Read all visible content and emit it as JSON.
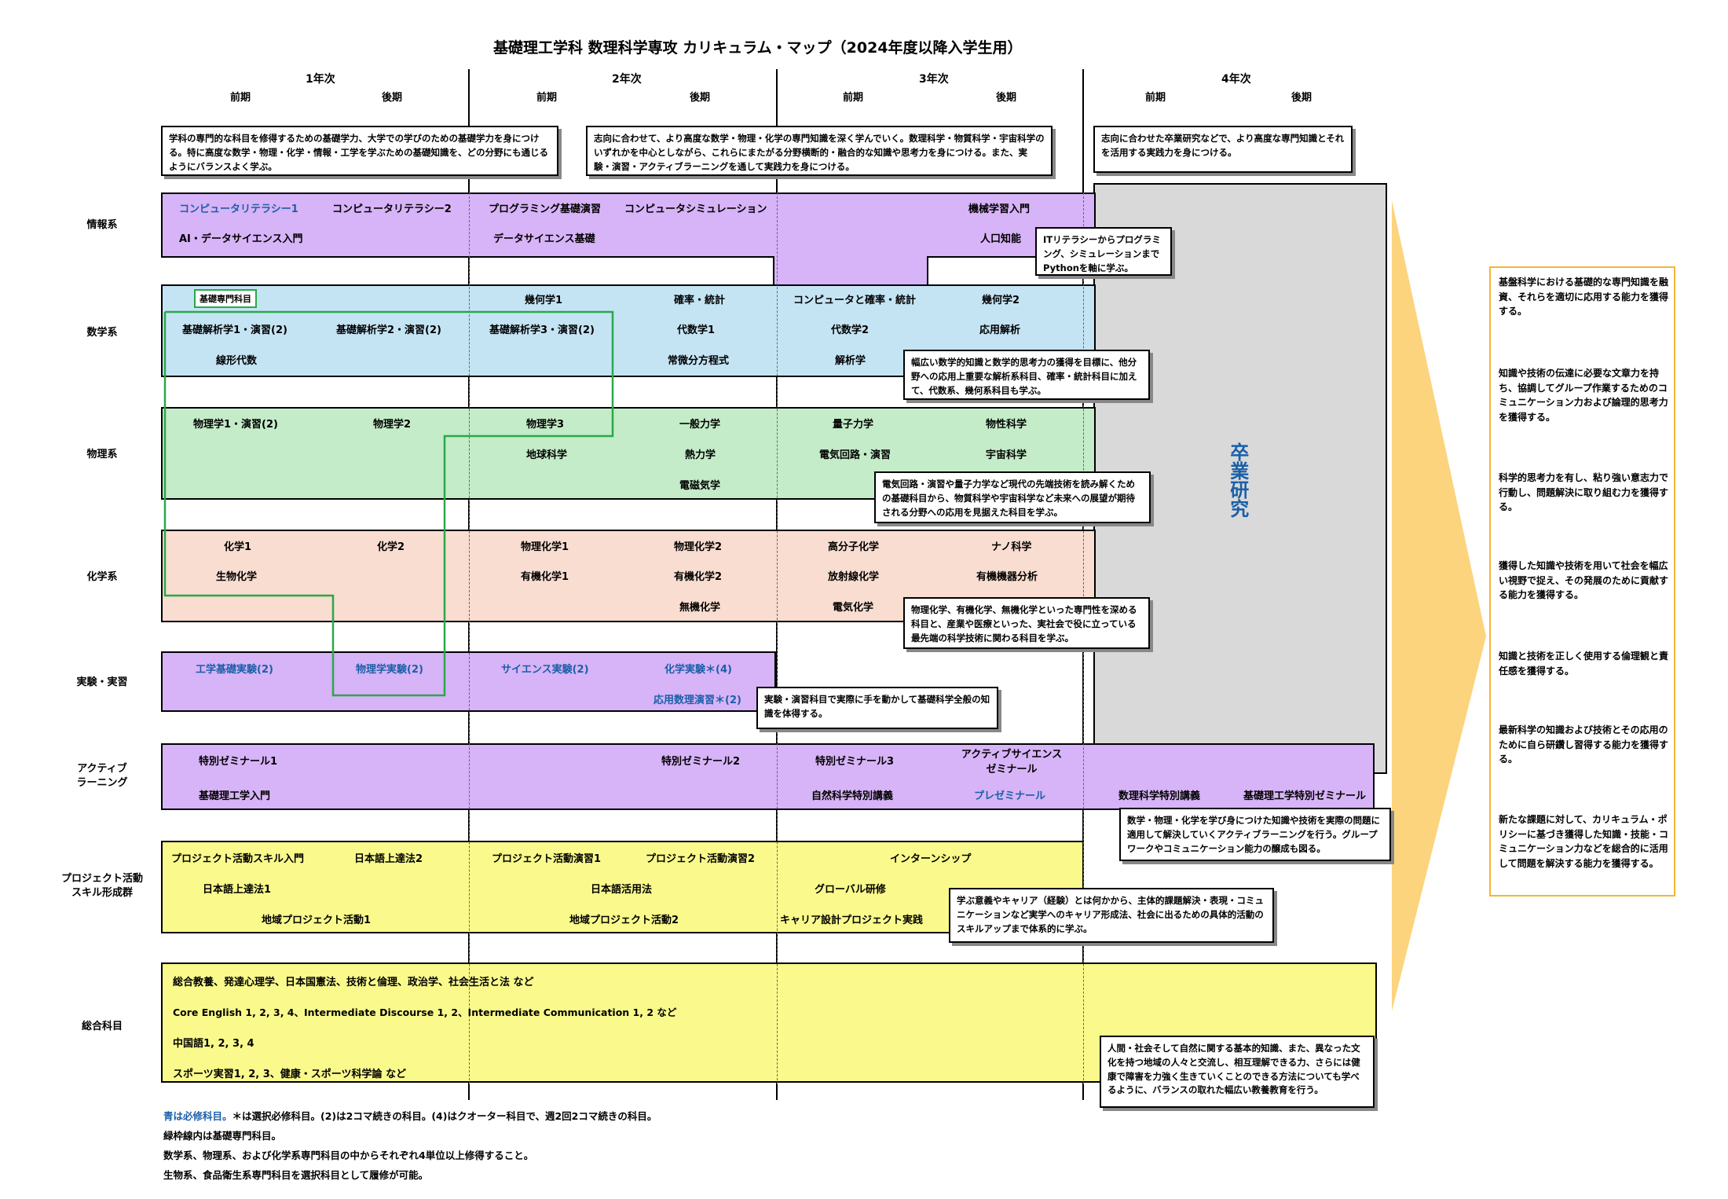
{
  "title": "基礎理工学科 数理科学専攻 カリキュラム・マップ（2024年度以降入学生用）",
  "years": [
    "1年次",
    "2年次",
    "3年次",
    "4年次"
  ],
  "terms": {
    "early": "前期",
    "late": "後期"
  },
  "intro": {
    "y1": "学科の専門的な科目を修得するための基礎学力、大学での学びのための基礎学力を身につける。特に高度な数学・物理・化学・情報・工学を学ぶための基礎知識を、どの分野にも通じるようにバランスよく学ぶ。",
    "y23": "志向に合わせて、より高度な数学・物理・化学の専門知識を深く学んでいく。数理科学・物質科学・宇宙科学のいずれかを中心としながら、これらにまたがる分野横断的・融合的な知識や思考力を身につける。また、実験・演習・アクティブラーニングを通して実践力を身につける。",
    "y4": "志向に合わせた卒業研究などで、より高度な専門知識とそれを活用する実践力を身につける。"
  },
  "categories": {
    "info": "情報系",
    "math": "数学系",
    "phys": "物理系",
    "chem": "化学系",
    "lab": "実験・実習",
    "active": "アクティブ\nラーニング",
    "project": "プロジェクト活動\nスキル形成群",
    "general": "総合科目"
  },
  "info": {
    "c1": "コンピュータリテラシー1",
    "c2": "コンピュータリテラシー2",
    "c3": "プログラミング基礎演習",
    "c4": "コンピュータシミュレーション",
    "c5": "機械学習入門",
    "c6": "AI・データサイエンス入門",
    "c7": "データサイエンス基礎",
    "c8": "人口知能",
    "note": "ITリテラシーからプログラミング、シミュレーションまでPythonを軸に学ぶ。"
  },
  "math": {
    "core_label": "基礎専門科目",
    "c1": "幾何学1",
    "c2": "確率・統計",
    "c3": "コンピュータと確率・統計",
    "c4": "幾何学2",
    "c5": "基礎解析学1・演習(2)",
    "c6": "基礎解析学2・演習(2)",
    "c7": "基礎解析学3・演習(2)",
    "c8": "代数学1",
    "c9": "代数学2",
    "c10": "応用解析",
    "c11": "線形代数",
    "c12": "常微分方程式",
    "c13": "解析学",
    "note": "幅広い数学的知識と数学的思考力の獲得を目標に、他分野への応用上重要な解析系科目、確率・統計科目に加えて、代数系、幾何系科目も学ぶ。"
  },
  "phys": {
    "c1": "物理学1・演習(2)",
    "c2": "物理学2",
    "c3": "物理学3",
    "c4": "一般力学",
    "c5": "量子力学",
    "c6": "物性科学",
    "c7": "地球科学",
    "c8": "熱力学",
    "c9": "電気回路・演習",
    "c10": "宇宙科学",
    "c11": "電磁気学",
    "note": "電気回路・演習や量子力学など現代の先端技術を読み解くための基礎科目から、物質科学や宇宙科学など未来への展望が期待される分野への応用を見据えた科目を学ぶ。"
  },
  "chem": {
    "c1": "化学1",
    "c2": "化学2",
    "c3": "物理化学1",
    "c4": "物理化学2",
    "c5": "高分子化学",
    "c6": "ナノ科学",
    "c7": "生物化学",
    "c8": "有機化学1",
    "c9": "有機化学2",
    "c10": "放射線化学",
    "c11": "有機機器分析",
    "c12": "無機化学",
    "c13": "電気化学",
    "note": "物理化学、有機化学、無機化学といった専門性を深める科目と、産業や医療といった、実社会で役に立っている最先端の科学技術に関わる科目を学ぶ。"
  },
  "lab": {
    "c1": "工学基礎実験(2)",
    "c2": "物理学実験(2)",
    "c3": "サイエンス実験(2)",
    "c4": "化学実験＊(4)",
    "c5": "応用数理演習＊(2)",
    "note": "実験・演習科目で実際に手を動かして基礎科学全般の知識を体得する。"
  },
  "active": {
    "c1": "特別ゼミナール1",
    "c2": "特別ゼミナール2",
    "c3": "特別ゼミナール3",
    "c4": "アクティブサイエンス\nゼミナール",
    "c5": "基礎理工学入門",
    "c6": "自然科学特別講義",
    "c7": "プレゼミナール",
    "c8": "数理科学特別講義",
    "c9": "基礎理工学特別ゼミナール",
    "note": "数学・物理・化学を学び身につけた知識や技術を実際の問題に適用して解決していくアクティブラーニングを行う。グループワークやコミュニケーション能力の醸成も図る。"
  },
  "project": {
    "c1": "プロジェクト活動スキル入門",
    "c2": "日本語上達法2",
    "c3": "プロジェクト活動演習1",
    "c4": "プロジェクト活動演習2",
    "c5": "インターンシップ",
    "c6": "日本語上達法1",
    "c7": "日本語活用法",
    "c8": "グローバル研修",
    "c9": "地域プロジェクト活動1",
    "c10": "地域プロジェクト活動2",
    "c11": "キャリア設計プロジェクト実践",
    "note": "学ぶ意義やキャリア（経験）とは何かから、主体的課題解決・表現・コミュニケーションなど実学へのキャリア形成法、社会に出るための具体的活動のスキルアップまで体系的に学ぶ。"
  },
  "general": {
    "l1": "総合教養、発達心理学、日本国憲法、技術と倫理、政治学、社会生活と法 など",
    "l2": "Core English 1, 2, 3, 4、Intermediate Discourse 1, 2、Intermediate Communication 1, 2 など",
    "l3": "中国語1, 2, 3, 4",
    "l4": "スポーツ実習1, 2, 3、健康・スポーツ科学論 など",
    "note": "人間・社会そして自然に関する基本的知識、また、異なった文化を持つ地域の人々と交流し、相互理解できる力、さらには健康で障害を力強く生きていくことのできる方法についても学べるように、バランスの取れた幅広い教養教育を行う。"
  },
  "thesis": "卒業研究",
  "outcomes": [
    "基盤科学における基礎的な専門知識を融資、それらを適切に応用する能力を獲得する。",
    "知識や技術の伝達に必要な文章力を持ち、協調してグループ作業するためのコミュニケーション力および論理的思考力を獲得する。",
    "科学的思考力を有し、粘り強い意志力で行動し、問題解決に取り組む力を獲得する。",
    "獲得した知識や技術を用いて社会を幅広い視野で捉え、その発展のために貢献する能力を獲得する。",
    "知識と技術を正しく使用する倫理観と責任感を獲得する。",
    "最新科学の知識および技術とその応用のために自ら研鑽し習得する能力を獲得する。",
    "新たな課題に対して、カリキュラム・ポリシーに基づき獲得した知識・技能・コミュニケーション力などを総合的に活用して問題を解決する能力を獲得する。"
  ],
  "footnotes": {
    "f1a": "青は必修科目。",
    "f1b": "＊は選択必修科目。(2)は2コマ続きの科目。(4)はクオーター科目で、週2回2コマ続きの科目。",
    "f2": "緑枠線内は基礎専門科目。",
    "f3": "数学系、物理系、および化学系専門科目の中からそれぞれ4単位以上修得すること。",
    "f4": "生物系、食品衛生系専門科目を選択科目として履修が可能。"
  },
  "colors": {
    "purple": "#d7b3f7",
    "blue": "#c4e4f4",
    "green": "#c4ecc8",
    "peach": "#f8ddd0",
    "yellow": "#fafa8c",
    "gray": "#d9d9d9",
    "orange": "#fcd47e",
    "required": "#1a5fa8",
    "core": "#2aa84a"
  }
}
